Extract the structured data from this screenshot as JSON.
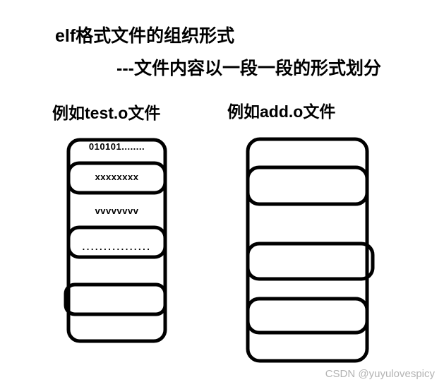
{
  "heading": {
    "main": "elf格式文件的组织形式",
    "sub": "---文件内容以一段一段的形式划分"
  },
  "diagrams": [
    {
      "caption": "例如test.o文件",
      "name": "test-o-file",
      "segments": [
        {
          "label": "010101........"
        },
        {
          "label": "xxxxxxxx"
        },
        {
          "label": "vvvvvvvv"
        },
        {
          "label": "................"
        },
        {
          "label": ""
        },
        {
          "label": ""
        }
      ]
    },
    {
      "caption": "例如add.o文件",
      "name": "add-o-file",
      "segments": [
        {
          "label": ""
        },
        {
          "label": ""
        },
        {
          "label": ""
        },
        {
          "label": ""
        },
        {
          "label": ""
        },
        {
          "label": ""
        }
      ]
    }
  ],
  "watermark": "CSDN @yuyulovespicy",
  "colors": {
    "stroke": "#000000",
    "background": "#ffffff",
    "text": "#000000",
    "watermark": "#b3b3b3"
  }
}
